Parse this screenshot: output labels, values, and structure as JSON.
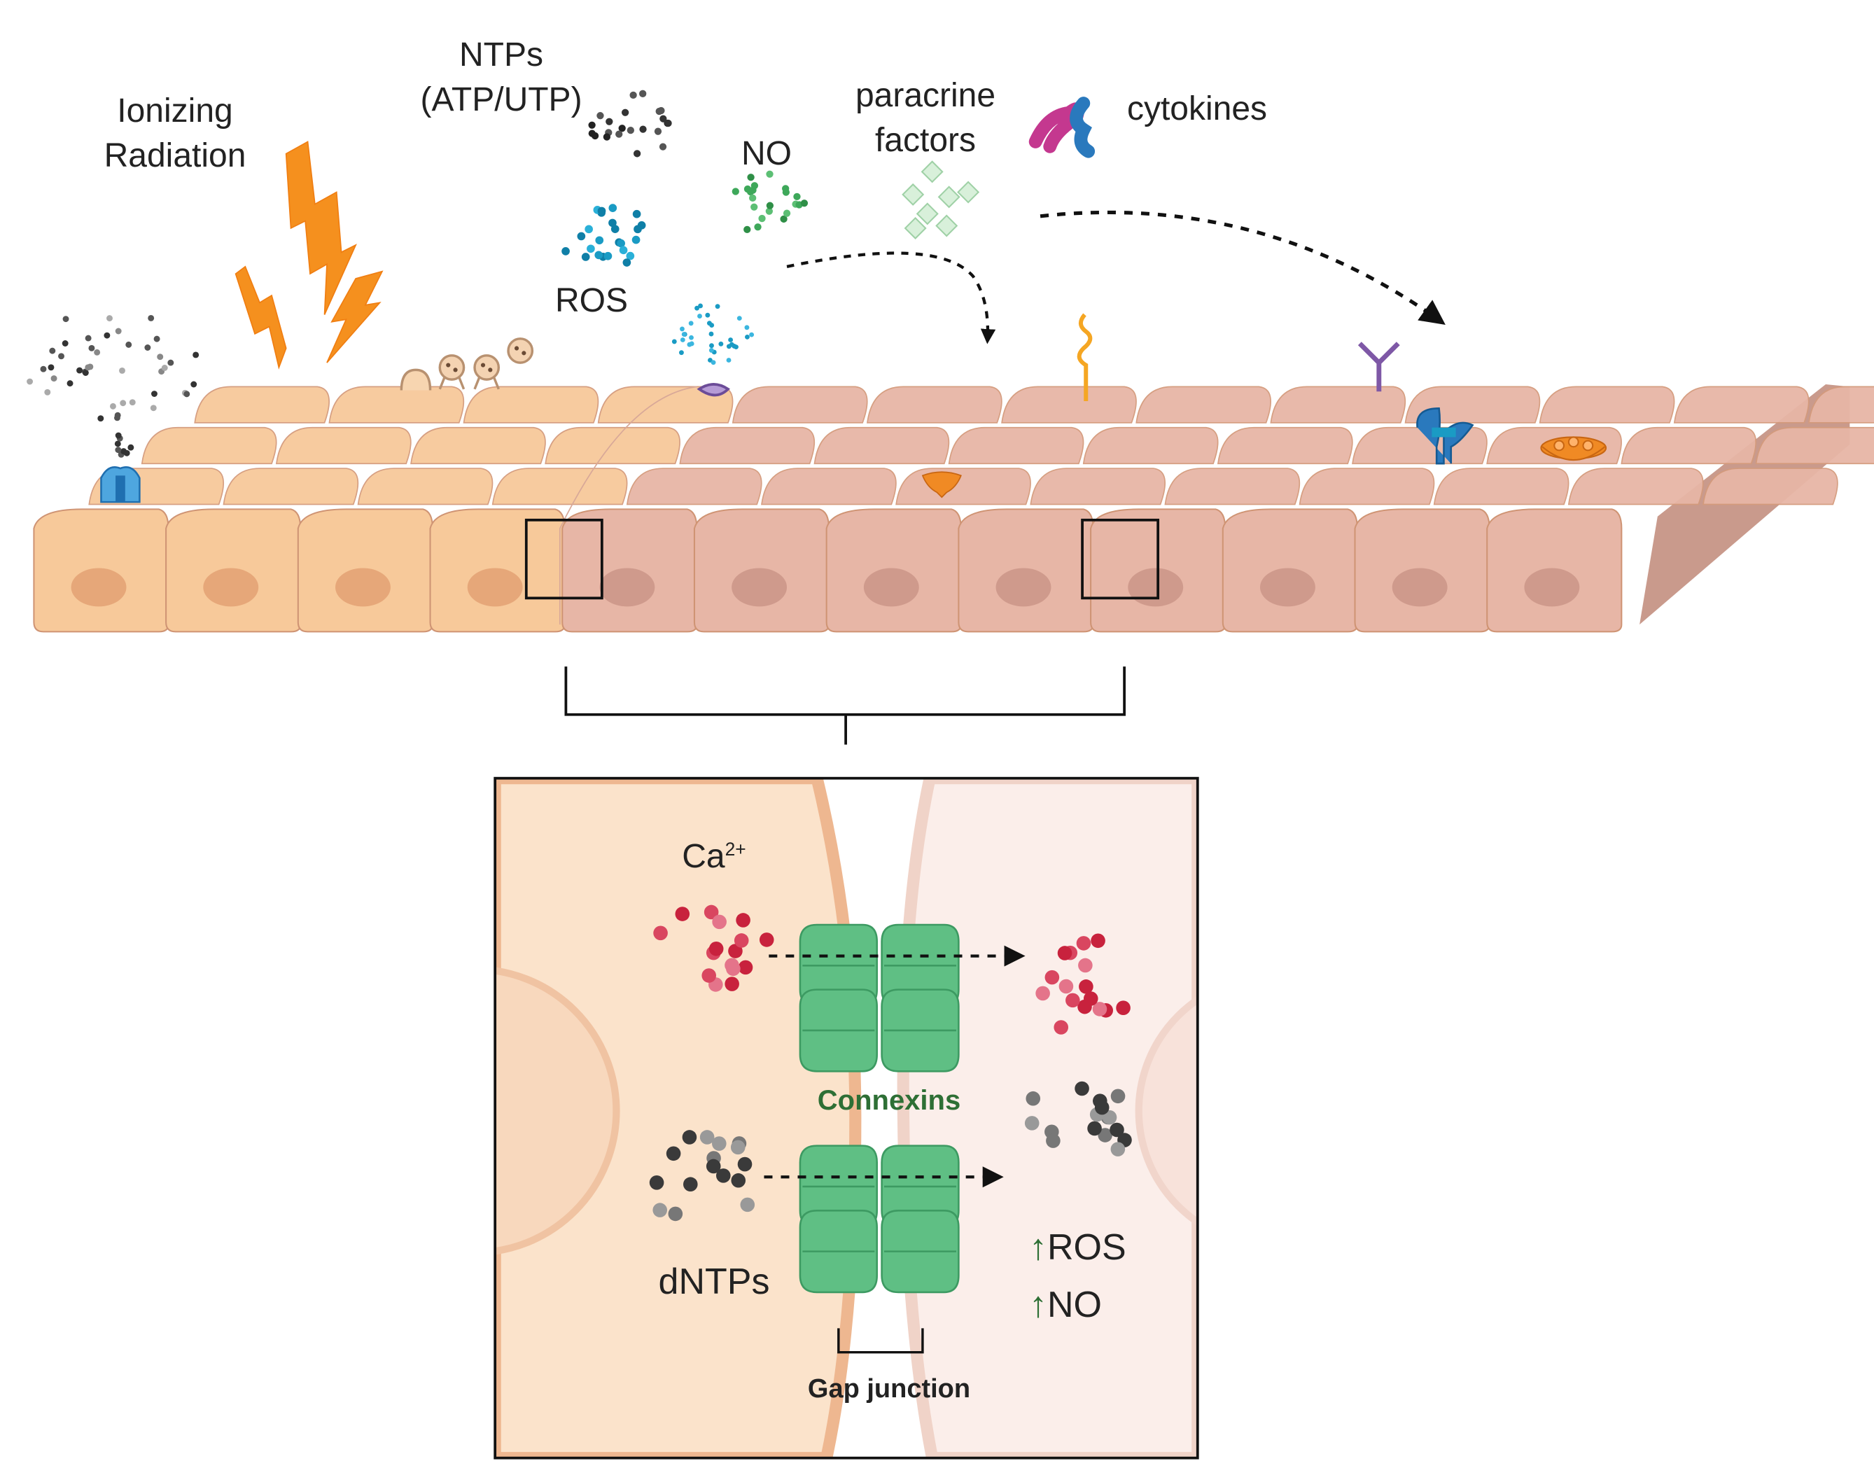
{
  "labels": {
    "ionizing_radiation": [
      "Ionizing",
      "Radiation"
    ],
    "ntps": [
      "NTPs",
      "(ATP/UTP)"
    ],
    "ros_top": "ROS",
    "no_top": "NO",
    "paracrine_factors": [
      "paracrine",
      "factors"
    ],
    "cytokines": "cytokines"
  },
  "inset": {
    "ca_label": "Ca",
    "ca_charge": "2+",
    "connexins": "Connexins",
    "dntps": "dNTPs",
    "ros_up": "ROS",
    "no_up": "NO",
    "up_arrow": "↑",
    "gap_junction": "Gap junction"
  },
  "colors": {
    "lightning": "#f5901e",
    "irradiated_cell": "#f7c99a",
    "bystander_cell": "#e7b6a6",
    "connexin": "#5fbf84",
    "calcium": "#c8223d",
    "ros": "#1a9bc4",
    "nitric_oxide": "#3ea85a",
    "paracrine": "#bfe0c2",
    "cytokine_magenta": "#c4388f",
    "cytokine_blue": "#2a79bd",
    "receptor_purple": "#8a5aa8",
    "receptor_orange": "#f08a24",
    "inset_left_cell": "#fbe3cb",
    "inset_right_cell": "#fbeeea"
  }
}
